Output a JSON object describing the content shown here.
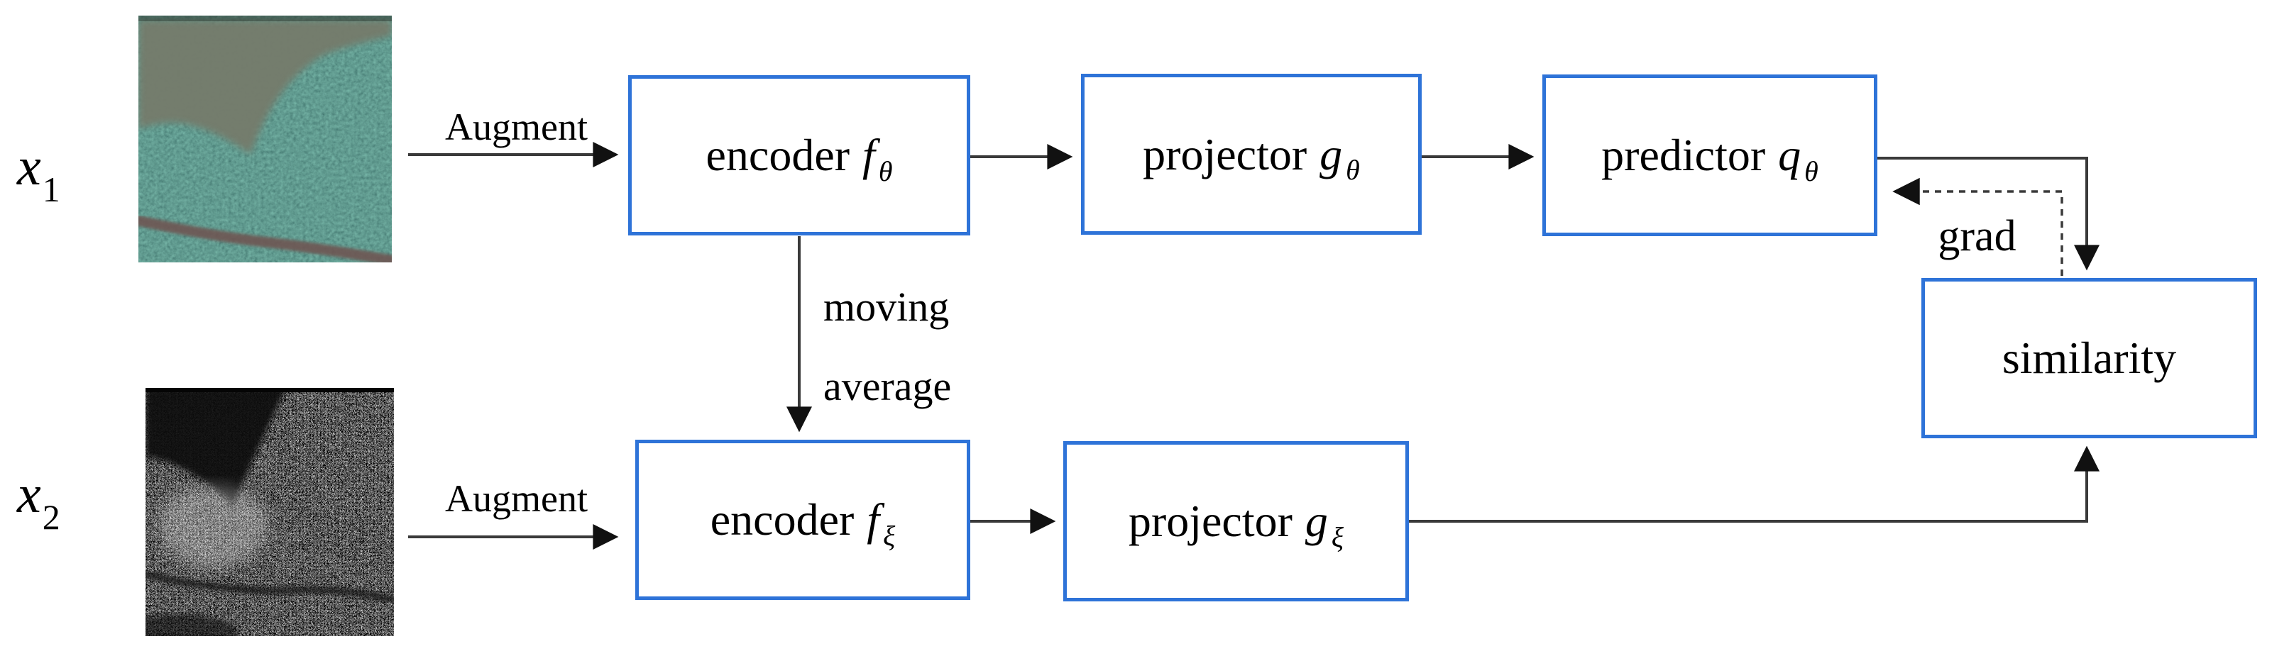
{
  "colors": {
    "box_border": "#2e73d8",
    "line": "#3a3a3a",
    "arrowhead": "#111111",
    "text": "#000000",
    "background": "#ffffff"
  },
  "diagram": {
    "inputs": {
      "x1": {
        "base": "x",
        "sub": "1",
        "image": "optical-satellite-patch"
      },
      "x2": {
        "base": "x",
        "sub": "2",
        "image": "sar-satellite-patch"
      }
    },
    "nodes": {
      "encoder_online": {
        "label": "encoder",
        "symbol": "f",
        "sub": "θ"
      },
      "projector_online": {
        "label": "projector",
        "symbol": "g",
        "sub": "θ"
      },
      "predictor": {
        "label": "predictor",
        "symbol": "q",
        "sub": "θ"
      },
      "encoder_target": {
        "label": "encoder",
        "symbol": "f",
        "sub": "ξ"
      },
      "projector_target": {
        "label": "projector",
        "symbol": "g",
        "sub": "ξ"
      },
      "similarity": {
        "label": "similarity"
      }
    },
    "edges": {
      "augment_top": "Augment",
      "augment_bottom": "Augment",
      "moving_line1": "moving",
      "moving_line2": "average",
      "grad": "grad"
    }
  }
}
